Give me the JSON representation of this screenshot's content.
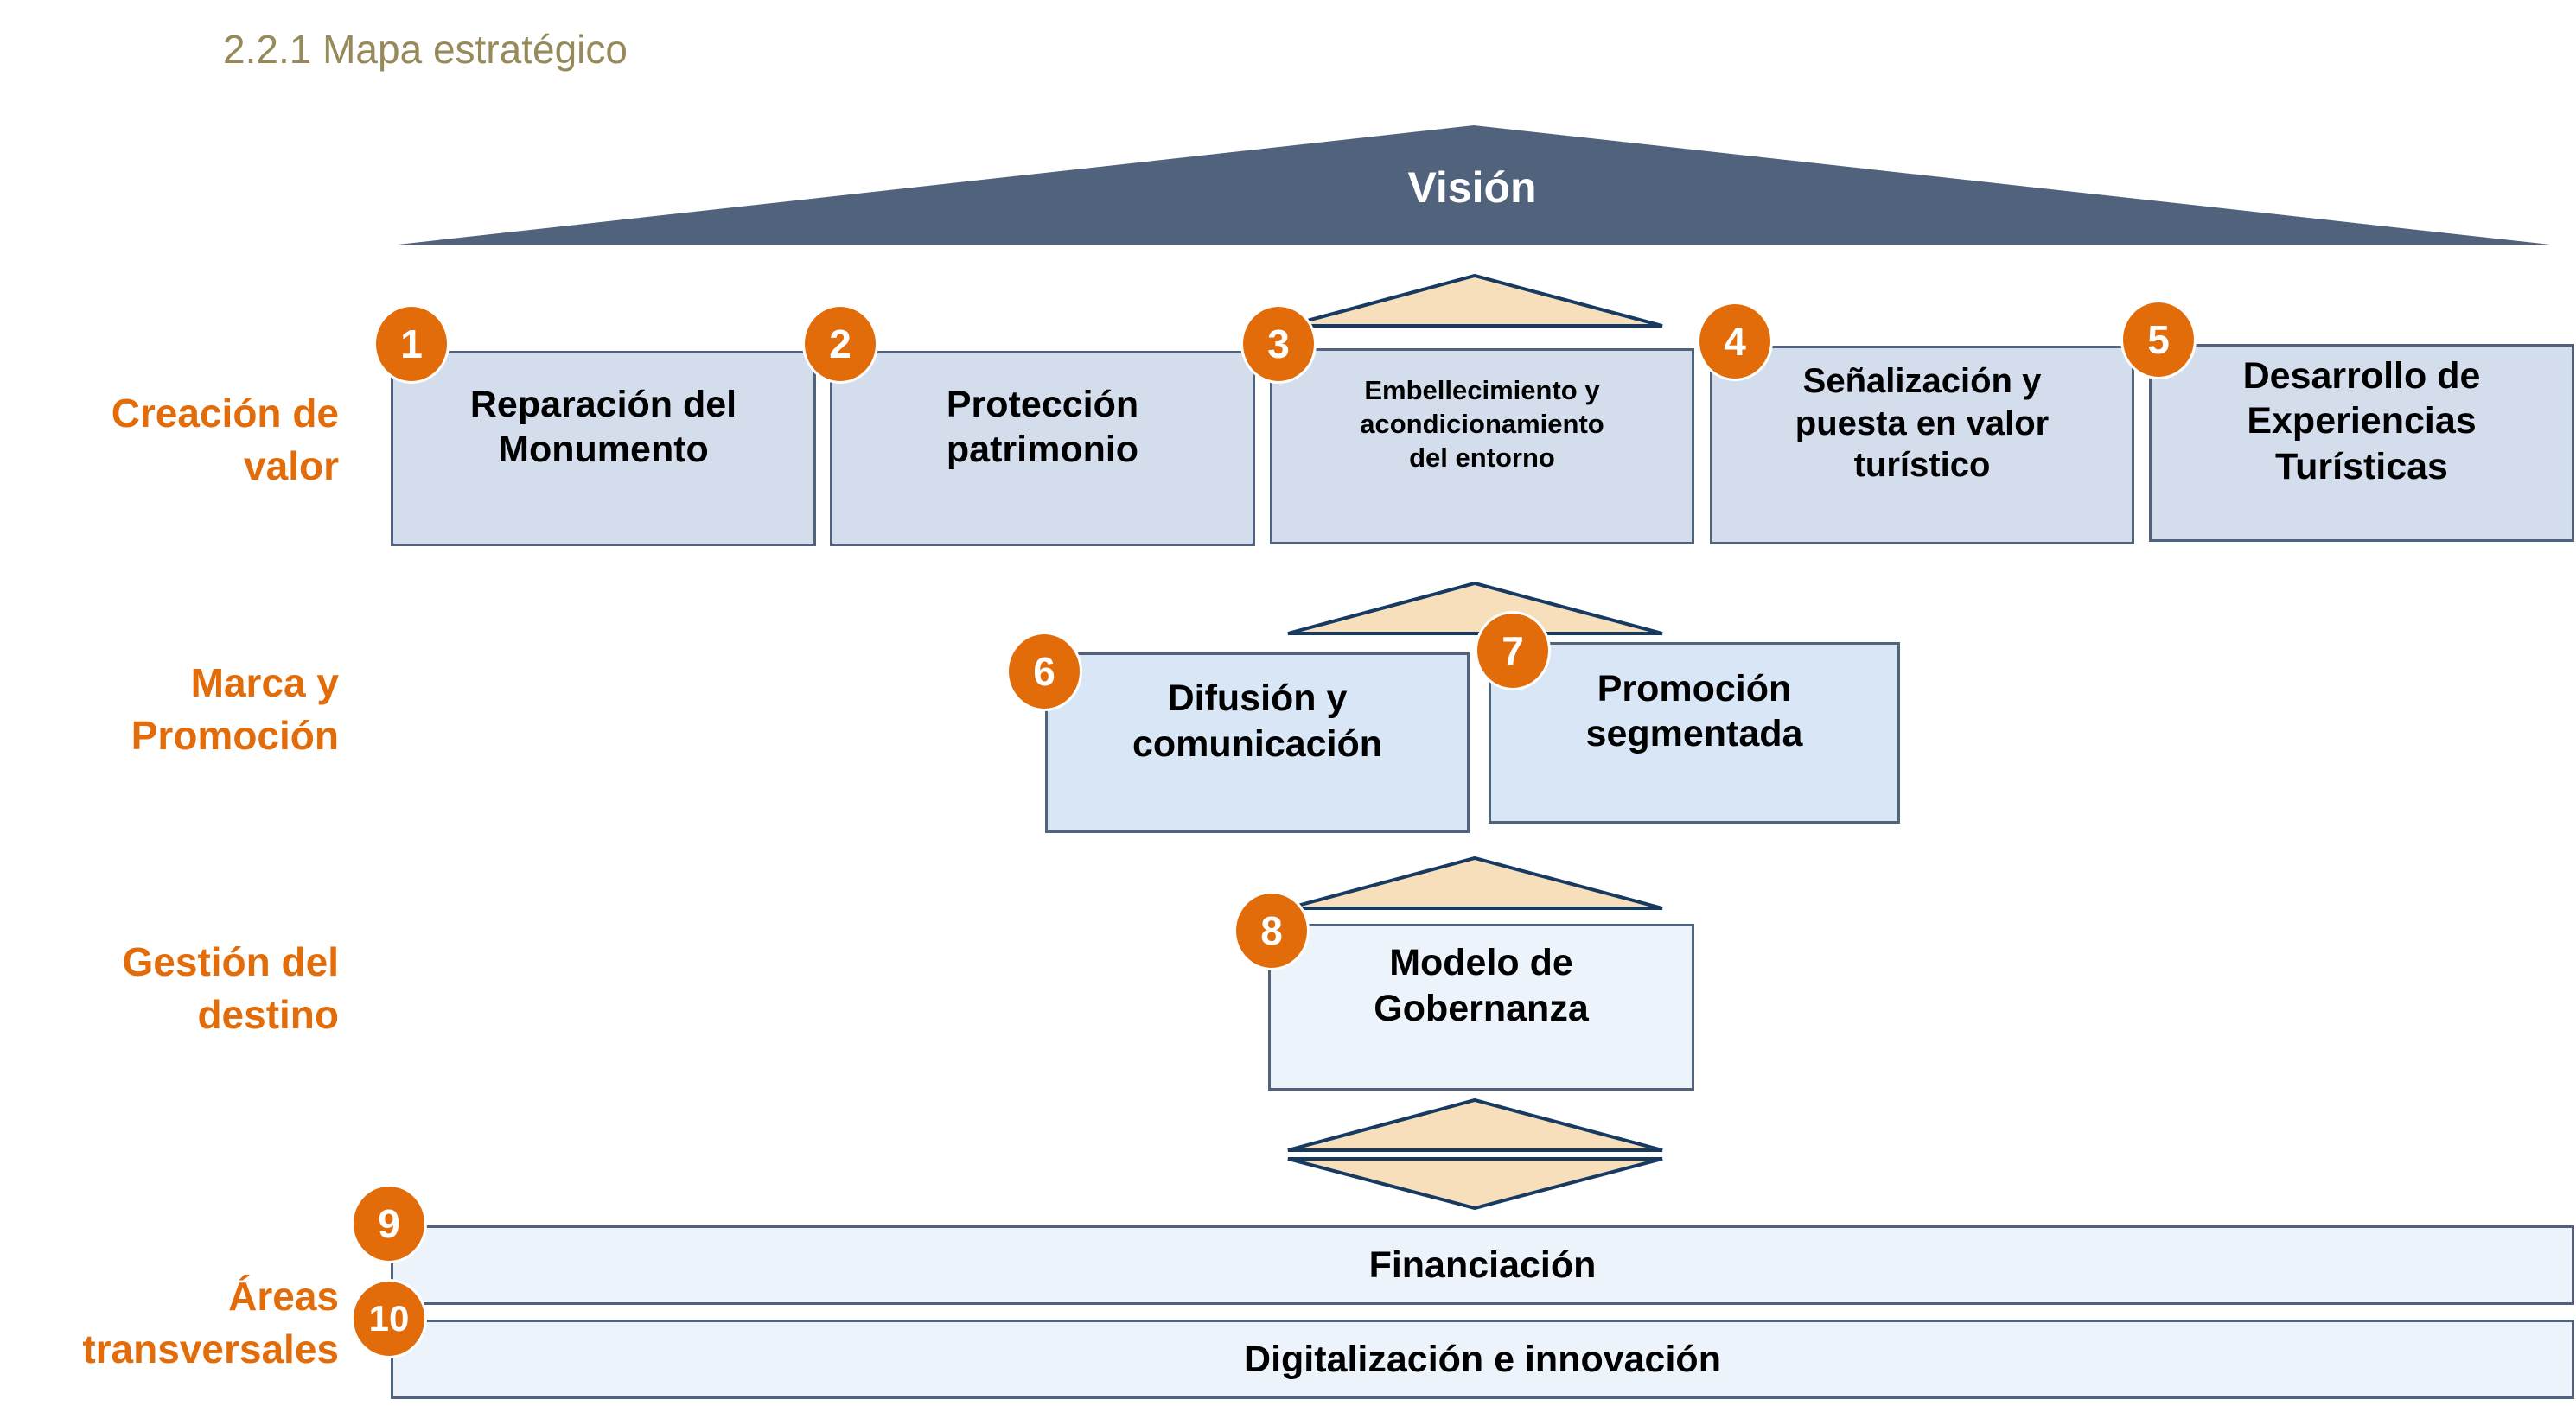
{
  "title": "2.2.1 Mapa estratégico",
  "vision": {
    "label": "Visión"
  },
  "colors": {
    "vision_fill": "#50627C",
    "accent_orange": "#E36C0A",
    "title_color": "#968A5A",
    "arrow_fill": "#F8DFBC",
    "arrow_stroke": "#173A62",
    "box_border": "#50627C",
    "tier1_fill": "#D3DDEB",
    "tier2_fill": "#D8E6F6",
    "tier3_fill": "#ECF3FB"
  },
  "tiers": [
    {
      "label": "Creación de\nvalor"
    },
    {
      "label": "Marca y\nPromoción"
    },
    {
      "label": "Gestión del\ndestino"
    },
    {
      "label": "Áreas\ntransversales"
    }
  ],
  "objectives": [
    {
      "number": "1",
      "label": "Reparación del\nMonumento"
    },
    {
      "number": "2",
      "label": "Protección\npatrimonio"
    },
    {
      "number": "3",
      "label": "Embellecimiento y\nacondicionamiento\ndel entorno"
    },
    {
      "number": "4",
      "label": "Señalización y\npuesta en valor\nturístico"
    },
    {
      "number": "5",
      "label": "Desarrollo de\nExperiencias\nTurísticas"
    },
    {
      "number": "6",
      "label": "Difusión y\ncomunicación"
    },
    {
      "number": "7",
      "label": "Promoción\nsegmentada"
    },
    {
      "number": "8",
      "label": "Modelo de\nGobernanza"
    },
    {
      "number": "9",
      "label": "Financiación"
    },
    {
      "number": "10",
      "label": "Digitalización e innovación"
    }
  ]
}
